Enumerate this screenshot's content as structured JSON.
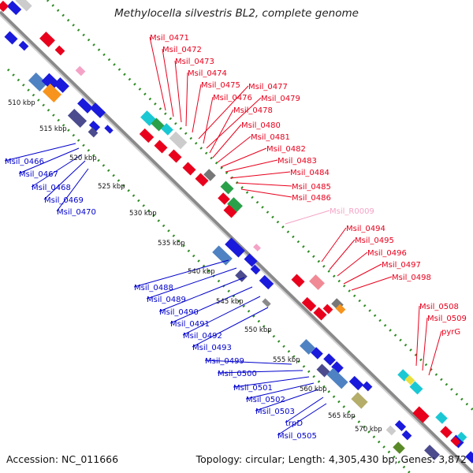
{
  "title": "Methylocella silvestris BL2, complete genome",
  "footer": {
    "accession": "Accession: NC_011666",
    "summary": "Topology: circular; Length: 4,305,430 bp; Genes: 3,872"
  },
  "colors": {
    "forward_label": "#e8001c",
    "reverse_label": "#0000cc",
    "rna_label": "#f4a3c6",
    "backbone": "#8a8a8a",
    "ticks": "#2e8b22"
  },
  "ticks": [
    "510 kbp",
    "515 kbp",
    "520 kbp",
    "525 kbp",
    "530 kbp",
    "535 kbp",
    "540 kbp",
    "545 kbp",
    "550 kbp",
    "555 kbp",
    "560 kbp",
    "565 kbp",
    "570 kbp"
  ],
  "forward_labels": [
    "Msil_0471",
    "Msil_0472",
    "Msil_0473",
    "Msil_0474",
    "Msil_0475",
    "Msil_0477",
    "Msil_0476",
    "Msil_0479",
    "Msil_0478",
    "Msil_0480",
    "Msil_0481",
    "Msil_0482",
    "Msil_0483",
    "Msil_0484",
    "Msil_0485",
    "Msil_0486",
    "Msil_R0009",
    "Msil_0494",
    "Msil_0495",
    "Msil_0496",
    "Msil_0497",
    "Msil_0498",
    "Msil_0508",
    "Msil_0509",
    "pyrG"
  ],
  "reverse_labels": [
    "Msil_0466",
    "Msil_0467",
    "Msil_0468",
    "Msil_0469",
    "Msil_0470",
    "Msil_0488",
    "Msil_0489",
    "Msil_0490",
    "Msil_0491",
    "Msil_0492",
    "Msil_0493",
    "Msil_0499",
    "Msil_0500",
    "Msil_0501",
    "Msil_0502",
    "Msil_0503",
    "trpD",
    "Msil_0505"
  ]
}
